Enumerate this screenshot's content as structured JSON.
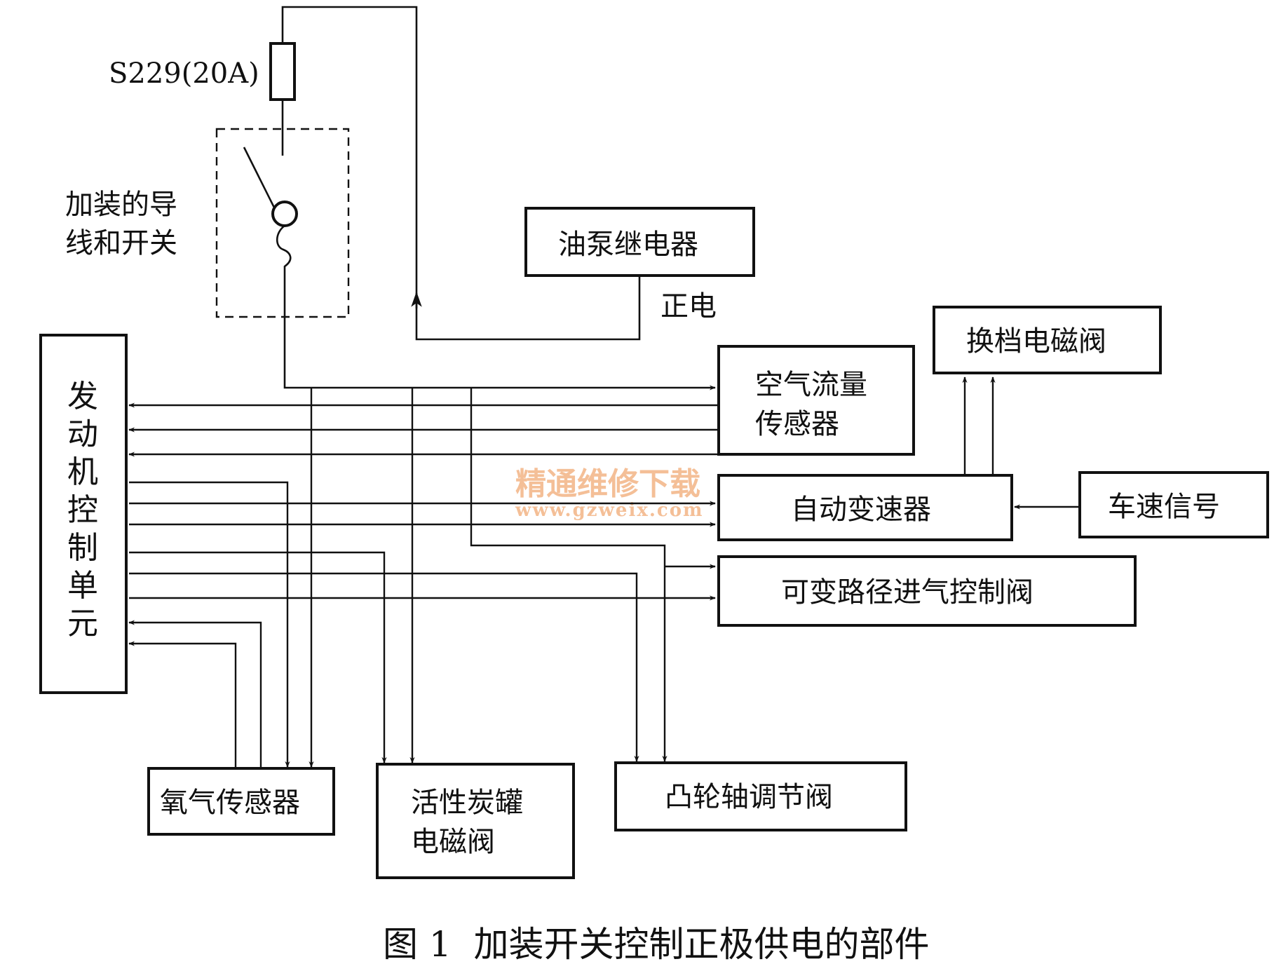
{
  "diagram": {
    "fuse_label": "S229(20A)",
    "switch_label_line1": "加装的导",
    "switch_label_line2": "线和开关",
    "oil_pump_relay": "油泵继电器",
    "positive_power": "正电",
    "ecu_label": [
      "发",
      "动",
      "机",
      "控",
      "制",
      "单",
      "元"
    ],
    "air_flow_sensor_line1": "空气流量",
    "air_flow_sensor_line2": "传感器",
    "shift_solenoid": "换档电磁阀",
    "auto_transmission": "自动变速器",
    "vehicle_speed_signal": "车速信号",
    "variable_intake_valve": "可变路径进气控制阀",
    "oxygen_sensor": "氧气传感器",
    "canister_solenoid_line1": "活性炭罐",
    "canister_solenoid_line2": "电磁阀",
    "camshaft_valve": "凸轮轴调节阀",
    "caption": "图 1  加装开关控制正极供电的部件",
    "watermark_cn": "精通维修下载",
    "watermark_url": "www.gzweix.com"
  }
}
